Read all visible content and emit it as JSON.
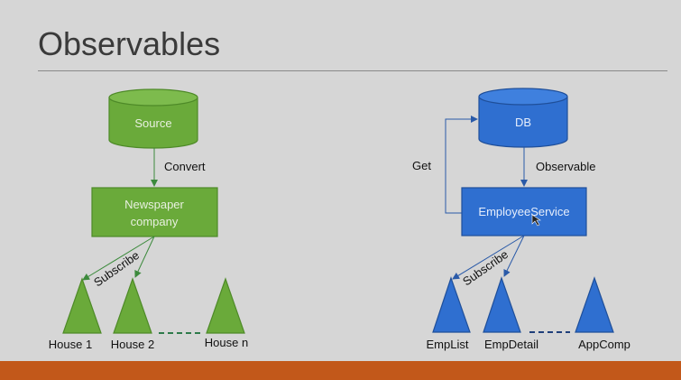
{
  "slide": {
    "title": "Observables"
  },
  "left_diagram": {
    "source_label": "Source",
    "convert_label": "Convert",
    "newspaper_line1": "Newspaper",
    "newspaper_line2": "company",
    "subscribe_label": "Subscribe",
    "houses": [
      "House 1",
      "House 2",
      "House n"
    ],
    "fill_color": "#6aaa3a",
    "stroke_color": "#4e8a28"
  },
  "right_diagram": {
    "db_label": "DB",
    "get_label": "Get",
    "observable_label": "Observable",
    "service_label": "EmployeeService",
    "subscribe_label": "Subscribe",
    "components": [
      "EmpList",
      "EmpDetail",
      "AppComp"
    ],
    "fill_color": "#2f6fd0",
    "stroke_color": "#1f4f9a"
  },
  "footer": {
    "color": "#c2581a"
  }
}
